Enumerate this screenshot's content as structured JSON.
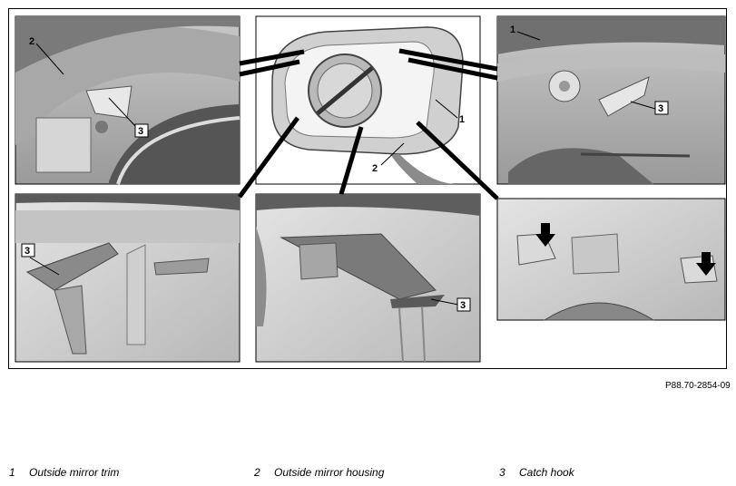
{
  "figure": {
    "reference": "P88.70-2854-09"
  },
  "callouts": {
    "one": "1",
    "two": "2",
    "three": "3"
  },
  "legend": [
    {
      "number": "1",
      "label": "Outside mirror trim"
    },
    {
      "number": "2",
      "label": "Outside mirror housing"
    },
    {
      "number": "3",
      "label": "Catch hook"
    }
  ]
}
